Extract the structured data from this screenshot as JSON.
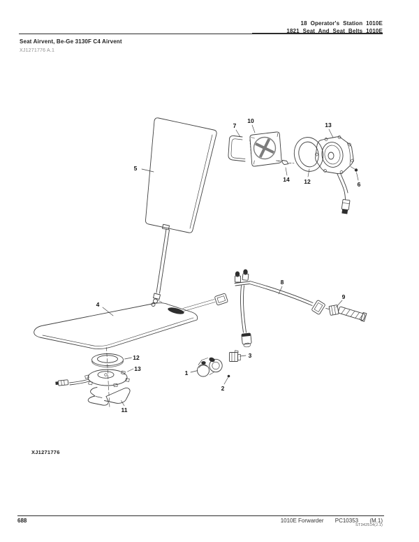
{
  "header": {
    "line1": "18 Operator's Station 1010E",
    "line2": "1821 Seat And Seat Belts 1010E"
  },
  "title_block": {
    "title": "Seat Airvent, Be-Ge 3130F C4 Airvent",
    "code": "XJ1271776 A.1"
  },
  "figure": {
    "id": "XJ1271776"
  },
  "footer": {
    "page_number": "688",
    "model": "1010E Forwarder",
    "catalog": "PC10353",
    "edition": "(M.1)",
    "doc_code": "ST342514(J.1)"
  },
  "diagram": {
    "colors": {
      "line": "#3f3f3f",
      "label": "#111111"
    },
    "labels": [
      {
        "text": "5"
      },
      {
        "text": "4"
      },
      {
        "text": "7"
      },
      {
        "text": "10"
      },
      {
        "text": "13"
      },
      {
        "text": "14"
      },
      {
        "text": "12"
      },
      {
        "text": "6"
      },
      {
        "text": "8"
      },
      {
        "text": "9"
      },
      {
        "text": "3"
      },
      {
        "text": "1"
      },
      {
        "text": "2"
      },
      {
        "text": "12"
      },
      {
        "text": "13"
      },
      {
        "text": "11"
      }
    ]
  }
}
